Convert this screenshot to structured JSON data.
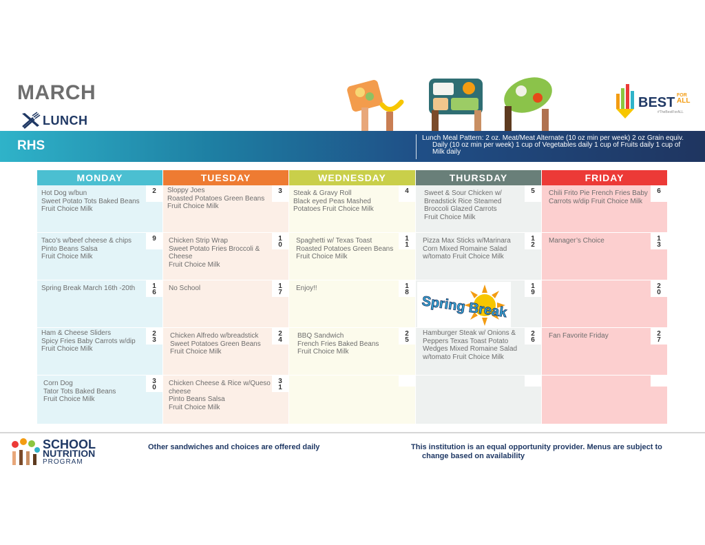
{
  "header": {
    "month": "MARCH",
    "meal": "LUNCH",
    "school": "RHS",
    "meal_pattern": "Lunch Meal Pattern: 2 oz. Meat/Meat Alternate (10 oz min per week) 2 oz Grain equiv. Daily (10 oz min per week) 1 cup of Vegetables daily 1 cup of Fruits daily 1 cup of Milk daily",
    "logo_best": "BEST",
    "logo_for": "FOR",
    "logo_all": "ALL",
    "logo_tag": "#TheBestForALL"
  },
  "days": {
    "mon": "MONDAY",
    "tue": "TUESDAY",
    "wed": "WEDNESDAY",
    "thu": "THURSDAY",
    "fri": "FRIDAY"
  },
  "weeks": [
    {
      "mon": {
        "num": "2",
        "menu": "Hot Dog w/bun\n Sweet Potato Tots Baked Beans\nFruit Choice Milk"
      },
      "tue": {
        "num": "3",
        "menu": "Sloppy Joes\nRoasted Potatoes Green Beans Fruit Choice Milk"
      },
      "wed": {
        "num": "4",
        "menu": "Steak & Gravy Roll\nBlack eyed Peas Mashed Potatoes Fruit Choice Milk"
      },
      "thu": {
        "num": "5",
        "menu": "Sweet & Sour Chicken w/ Breadstick Rice  Steamed Broccoli Glazed Carrots\nFruit Choice Milk"
      },
      "fri": {
        "num": "6",
        "menu": "Chili Frito Pie French Fries Baby Carrots w/dip Fruit Choice Milk"
      }
    },
    {
      "mon": {
        "num": "9",
        "menu": "Taco’s w/beef cheese & chips Pinto Beans Salsa\nFruit Choice Milk"
      },
      "tue": {
        "num": "1\n0",
        "menu": "Chicken Strip Wrap\nSweet Potato Fries  Broccoli & Cheese\n Fruit Choice Milk"
      },
      "wed": {
        "num": "1\n1",
        "menu": "Spaghetti w/ Texas Toast\n Roasted Potatoes Green Beans Fruit Choice Milk"
      },
      "thu": {
        "num": "1\n2",
        "menu": "Pizza Max Sticks w/Marinara Corn Mixed Romaine Salad w/tomato Fruit Choice Milk"
      },
      "fri": {
        "num": "1\n3",
        "menu": "Manager’s Choice"
      }
    },
    {
      "mon": {
        "num": "1\n6",
        "menu": "Spring Break March 16th -20th"
      },
      "tue": {
        "num": "1\n7",
        "menu": "No School"
      },
      "wed": {
        "num": "1\n8",
        "menu": "Enjoy!!"
      },
      "thu": {
        "num": "1\n9",
        "menu": "",
        "image": "Spring Break"
      },
      "fri": {
        "num": "2\n0",
        "menu": ""
      }
    },
    {
      "mon": {
        "num": "2\n3",
        "menu": "Ham & Cheese Sliders\nSpicy  Fries Baby Carrots w/dip Fruit Choice Milk"
      },
      "tue": {
        "num": "2\n4",
        "menu": "Chicken Alfredo w/breadstick Sweet Potatoes Green Beans Fruit Choice Milk"
      },
      "wed": {
        "num": "2\n5",
        "menu": "BBQ Sandwich\nFrench Fries Baked Beans\n Fruit Choice Milk"
      },
      "thu": {
        "num": "2\n6",
        "menu": "Hamburger Steak w/ Onions & Peppers Texas Toast  Potato Wedges Mixed Romaine Salad w/tomato  Fruit Choice Milk"
      },
      "fri": {
        "num": "2\n7",
        "menu": "Fan Favorite Friday"
      }
    },
    {
      "mon": {
        "num": "3\n0",
        "menu": "Corn Dog\nTator Tots Baked Beans\nFruit Choice Milk"
      },
      "tue": {
        "num": "3\n1",
        "menu": "Chicken Cheese & Rice w/Queso cheese\nPinto Beans Salsa\nFruit Choice Milk"
      },
      "wed": {
        "num": "",
        "menu": ""
      },
      "thu": {
        "num": "",
        "menu": ""
      },
      "fri": {
        "num": "",
        "menu": ""
      }
    }
  ],
  "footer": {
    "snp_school": "SCHOOL",
    "snp_nutrition": "NUTRITION",
    "snp_program": "PROGRAM",
    "note_left": "Other sandwiches and choices are offered daily",
    "note_right": "This institution is an equal opportunity provider. Menus are subject to change based on availability"
  },
  "colors": {
    "monday": "#4bbfd1",
    "tuesday": "#ee7b32",
    "wednesday": "#c9cf4a",
    "thursday": "#697f79",
    "friday": "#ec3a37",
    "navy": "#1f3864"
  }
}
